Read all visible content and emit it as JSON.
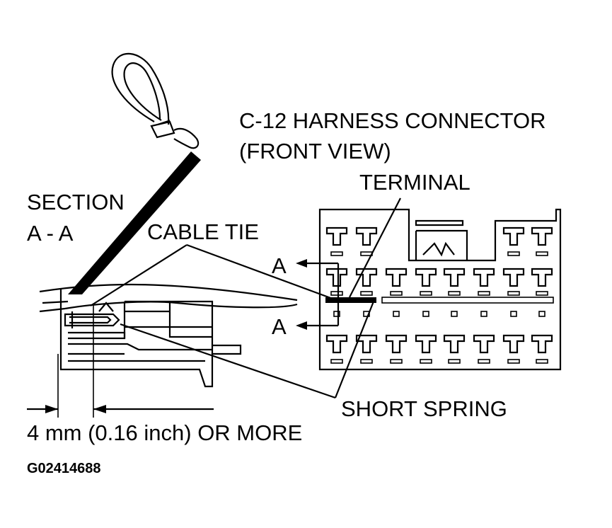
{
  "labels": {
    "connector_title_line1": "C-12 HARNESS CONNECTOR",
    "connector_title_line2": "(FRONT VIEW)",
    "terminal": "TERMINAL",
    "section_line1": "SECTION",
    "section_line2": "A - A",
    "cable_tie": "CABLE TIE",
    "a_upper": "A",
    "a_lower": "A",
    "short_spring": "SHORT SPRING",
    "dimension": "4 mm (0.16 inch) OR MORE",
    "figure_id": "G02414688"
  },
  "colors": {
    "ink": "#000000",
    "paper": "#ffffff"
  }
}
